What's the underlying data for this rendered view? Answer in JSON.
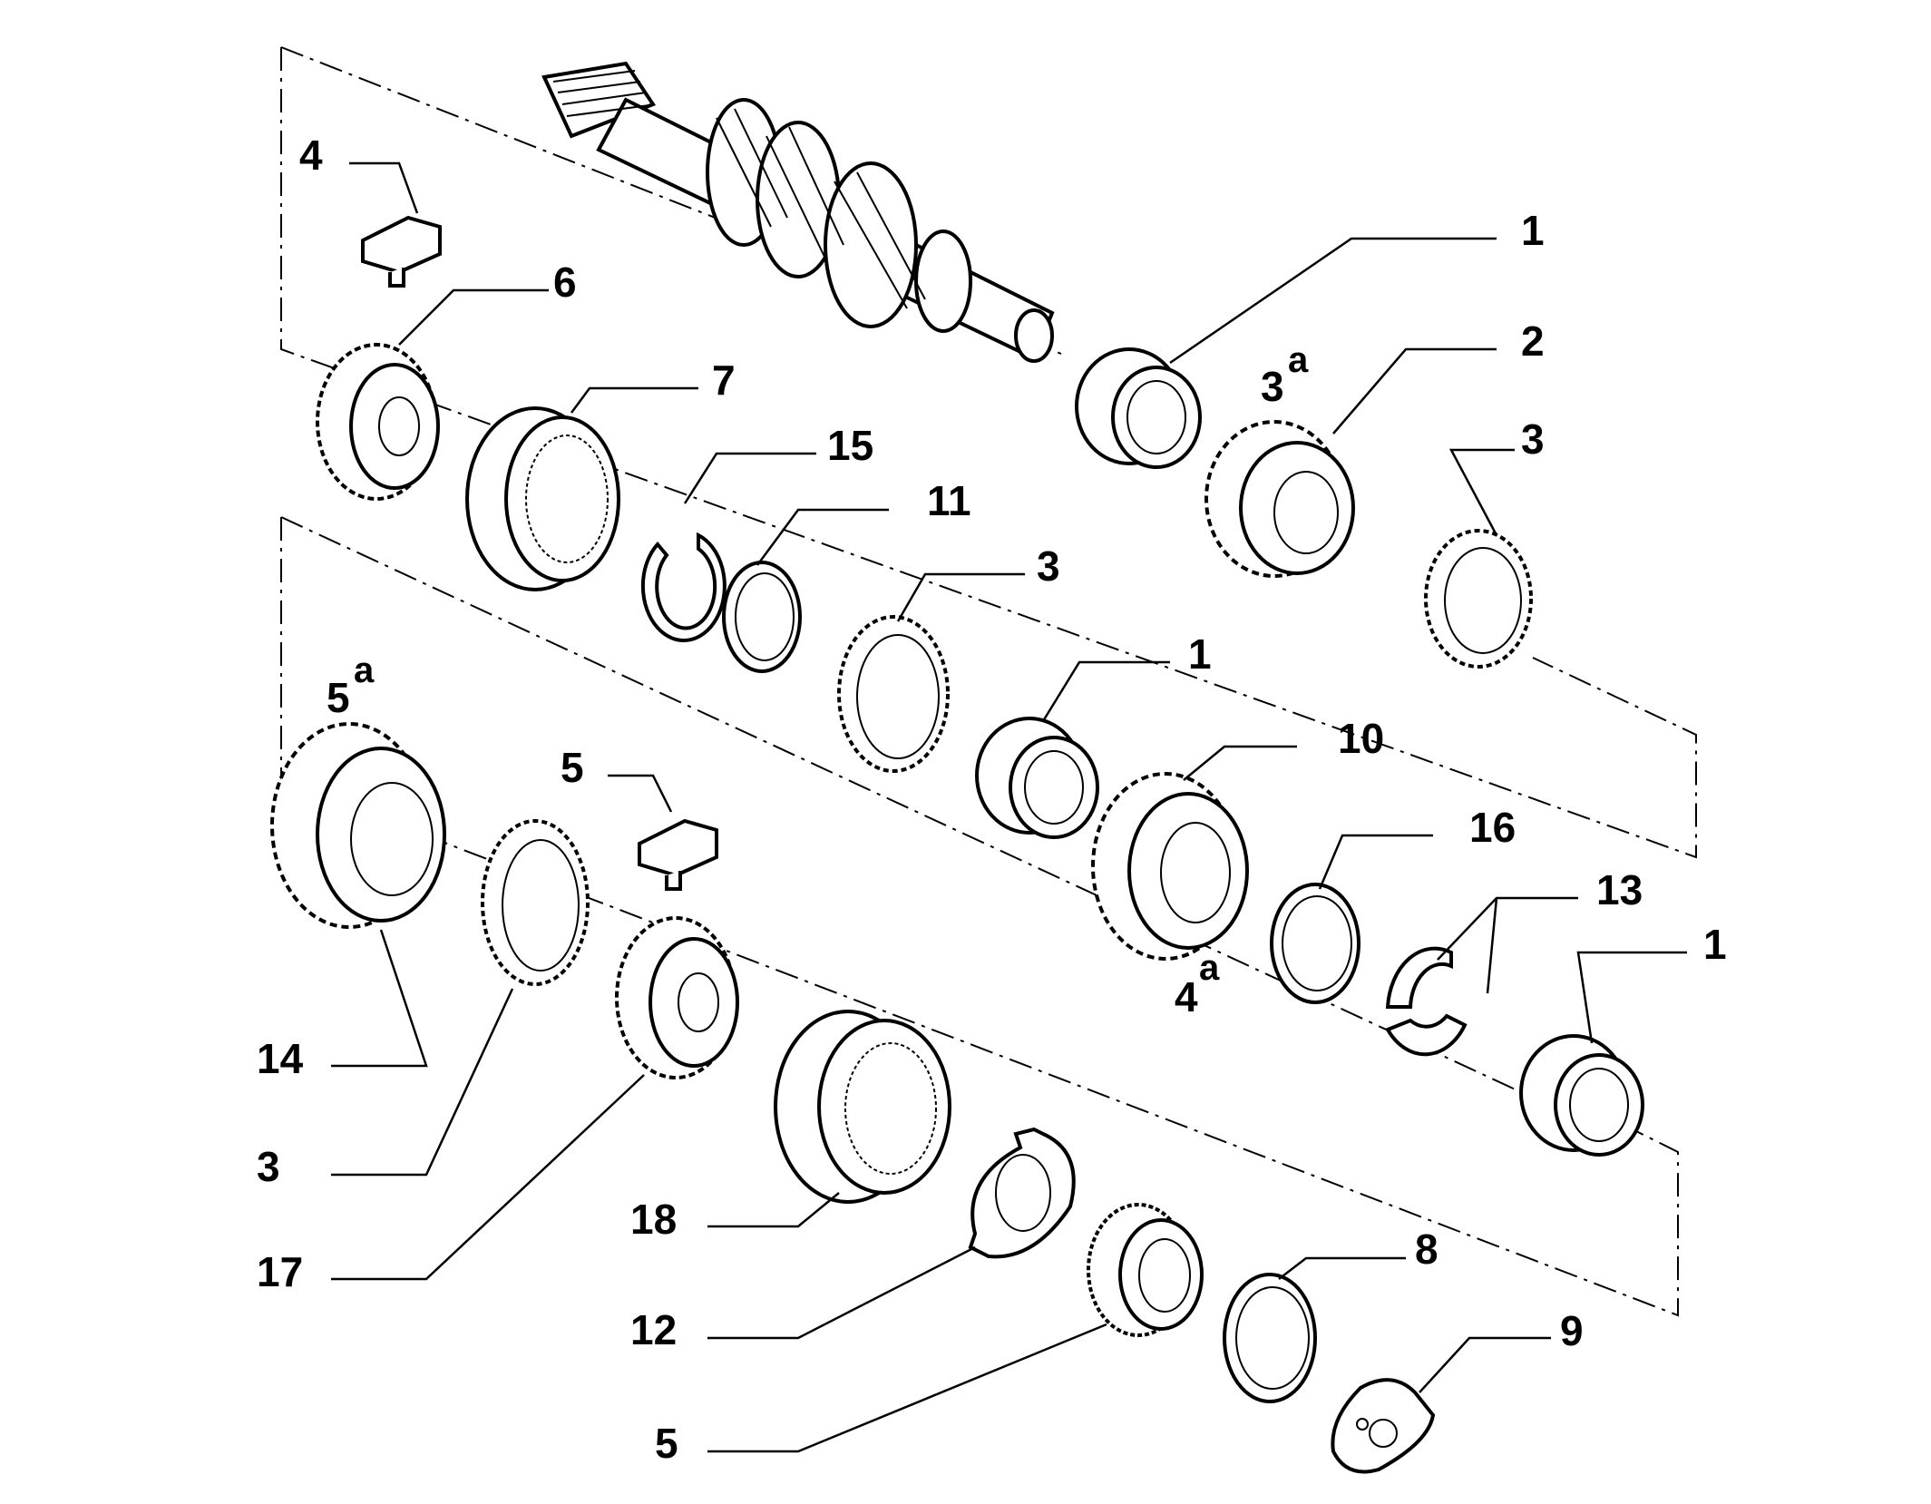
{
  "callouts": [
    {
      "id": "c1a",
      "text": "1"
    },
    {
      "id": "c2",
      "text": "2"
    },
    {
      "id": "c3a",
      "text": "3"
    },
    {
      "id": "c3gear",
      "text": "3",
      "sup": "a"
    },
    {
      "id": "c4",
      "text": "4"
    },
    {
      "id": "c6",
      "text": "6"
    },
    {
      "id": "c7",
      "text": "7"
    },
    {
      "id": "c15",
      "text": "15"
    },
    {
      "id": "c11",
      "text": "11"
    },
    {
      "id": "c3b",
      "text": "3"
    },
    {
      "id": "c1b",
      "text": "1"
    },
    {
      "id": "c10",
      "text": "10"
    },
    {
      "id": "c5gear",
      "text": "5",
      "sup": "a"
    },
    {
      "id": "c5a",
      "text": "5"
    },
    {
      "id": "c16",
      "text": "16"
    },
    {
      "id": "c13",
      "text": "13"
    },
    {
      "id": "c1c",
      "text": "1"
    },
    {
      "id": "c4gear",
      "text": "4",
      "sup": "a"
    },
    {
      "id": "c14",
      "text": "14"
    },
    {
      "id": "c3c",
      "text": "3"
    },
    {
      "id": "c17",
      "text": "17"
    },
    {
      "id": "c18",
      "text": "18"
    },
    {
      "id": "c12",
      "text": "12"
    },
    {
      "id": "c5b",
      "text": "5"
    },
    {
      "id": "c8",
      "text": "8"
    },
    {
      "id": "c9",
      "text": "9"
    }
  ]
}
